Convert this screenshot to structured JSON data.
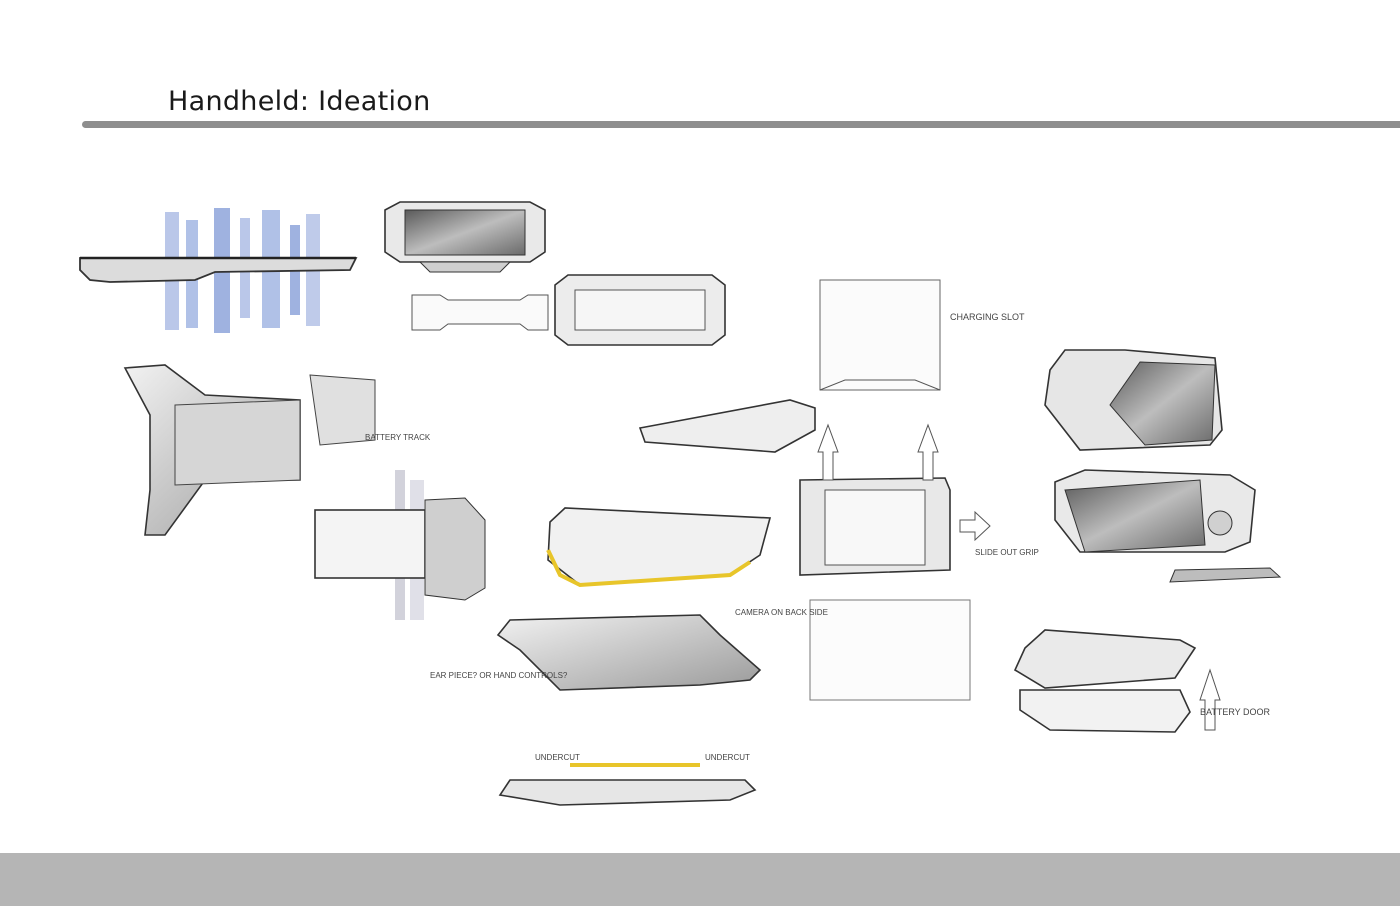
{
  "page": {
    "title": "Handheld: Ideation"
  },
  "colors": {
    "rule": "#8e8e8e",
    "footer": "#b5b5b5",
    "ink": "#3a3a3a",
    "marker_blue": "#7f98d6",
    "marker_yellow": "#e8c52a"
  },
  "annotations": {
    "charging": "CHARGING SLOT",
    "battery": "BATTERY TRACK",
    "battery_door": "BATTERY DOOR",
    "undercut_left": "UNDERCUT",
    "undercut_right": "UNDERCUT",
    "camera": "CAMERA ON BACK SIDE",
    "ear_pieces": "EAR PIECE? OR HAND CONTROLS?",
    "slide_out": "SLIDE OUT GRIP"
  }
}
